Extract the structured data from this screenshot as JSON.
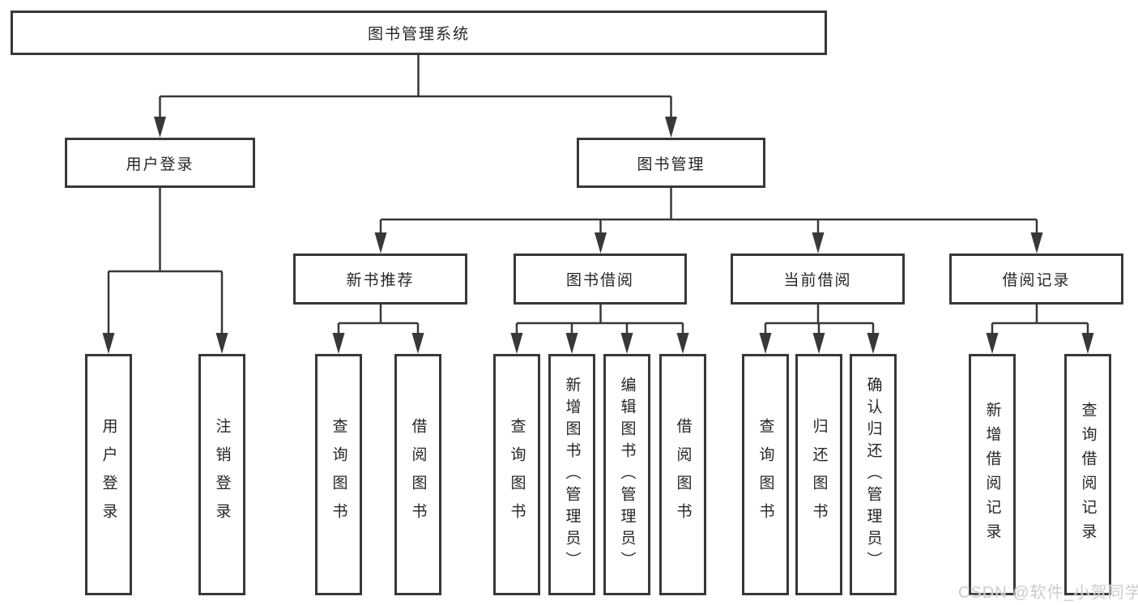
{
  "diagram": {
    "root": {
      "label": "图书管理系统"
    },
    "branches": [
      {
        "label": "用户登录",
        "children": [
          {
            "label": "用户登录"
          },
          {
            "label": "注销登录"
          }
        ]
      },
      {
        "label": "图书管理",
        "children": [
          {
            "label": "新书推荐",
            "children": [
              {
                "label": "查询图书"
              },
              {
                "label": "借阅图书"
              }
            ]
          },
          {
            "label": "图书借阅",
            "children": [
              {
                "label": "查询图书"
              },
              {
                "label": "新增图书（管理员）"
              },
              {
                "label": "编辑图书（管理员）"
              },
              {
                "label": "借阅图书"
              }
            ]
          },
          {
            "label": "当前借阅",
            "children": [
              {
                "label": "查询图书"
              },
              {
                "label": "归还图书"
              },
              {
                "label": "确认归还（管理员）"
              }
            ]
          },
          {
            "label": "借阅记录",
            "children": [
              {
                "label": "新增借阅记录"
              },
              {
                "label": "查询借阅记录"
              }
            ]
          }
        ]
      }
    ]
  },
  "watermark": {
    "text": "CSDN @软件_小贺同学"
  },
  "colors": {
    "line": "#383838",
    "box_border": "#383838",
    "text": "#262626",
    "background": "#ffffff",
    "watermark": "#cccccc"
  }
}
